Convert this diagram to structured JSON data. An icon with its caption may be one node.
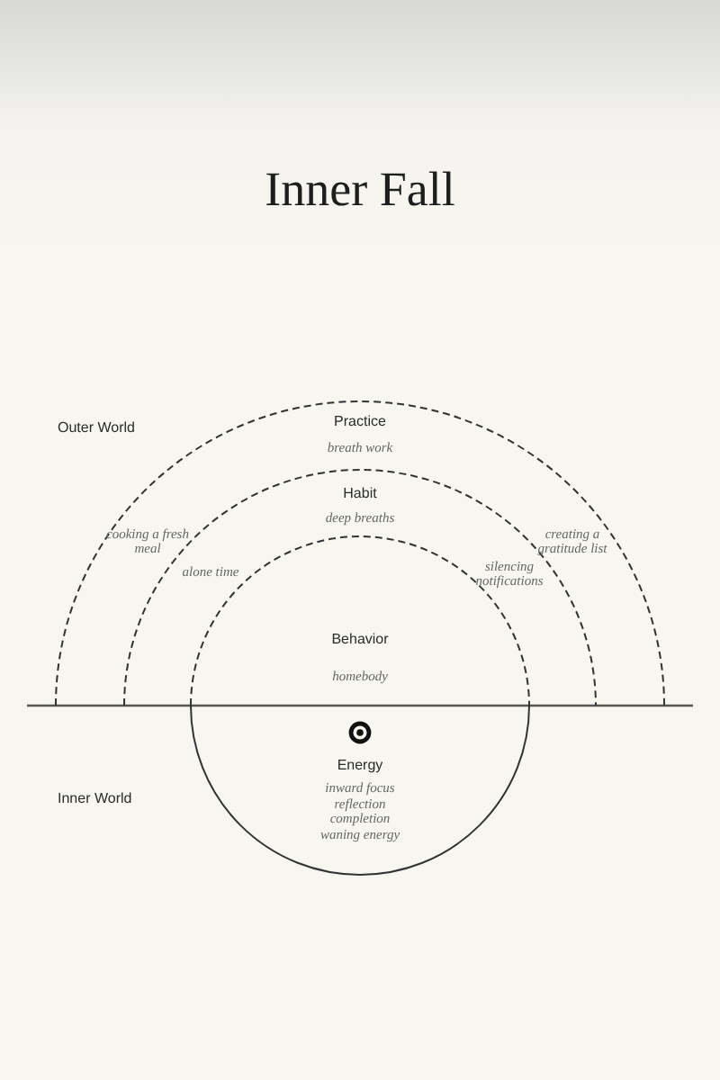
{
  "diagram": {
    "title": "Inner Fall",
    "nodes": [
      {
        "text": [
          "Practice",
          "breath work"
        ]
      },
      {
        "text": [
          "Habit",
          "deep breaths"
        ],
        "in": 0
      },
      {
        "text": [
          "Behavior",
          "homebody"
        ],
        "in": 1
      },
      {
        "text": [
          "Energy",
          "inward focus",
          "reflection",
          "completion",
          "waning energy"
        ]
      }
    ],
    "labels": [
      "Outer World",
      "cooking a fresh meal",
      "creating a gratitude list",
      "alone time",
      "silencing notifications",
      "Inner World"
    ]
  }
}
